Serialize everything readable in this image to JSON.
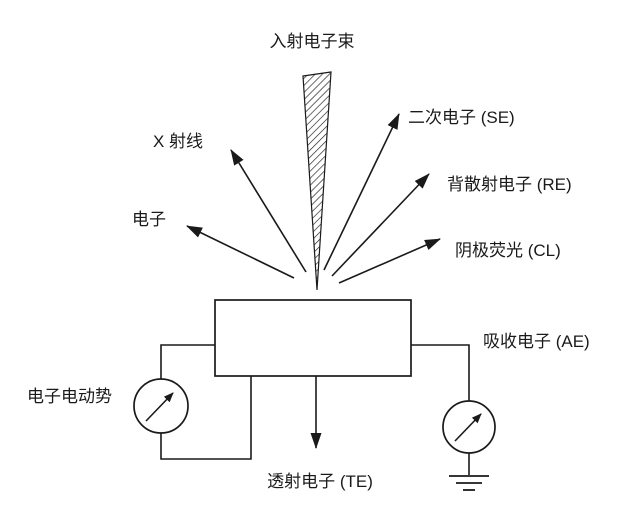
{
  "diagram": {
    "labels": {
      "incident_beam": "入射电子束",
      "xray": "X 射线",
      "electron": "电子",
      "secondary_electron": "二次电子 (SE)",
      "backscattered_electron": "背散射电子 (RE)",
      "cathodoluminescence": "阴极荧光 (CL)",
      "absorbed_electron": "吸收电子 (AE)",
      "electron_emf": "电子电动势",
      "transmitted_electron": "透射电子 (TE)"
    },
    "colors": {
      "line": "#1a1a1a",
      "background": "#ffffff"
    }
  }
}
